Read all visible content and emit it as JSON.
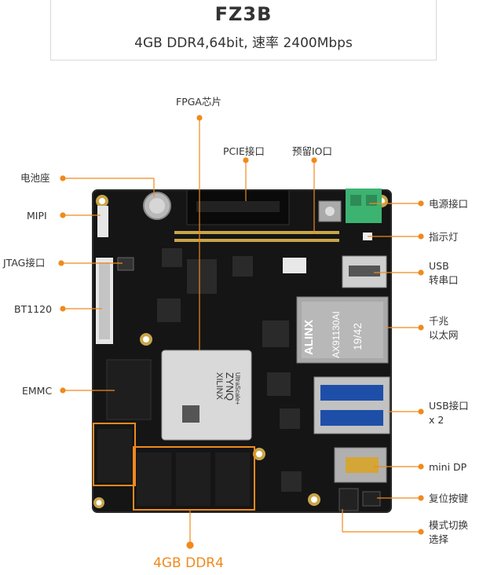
{
  "header": {
    "title": "FZ3B",
    "subtitle": "4GB DDR4,64bit, 速率 2400Mbps"
  },
  "labels": {
    "fpga": "FPGA芯片",
    "pcie": "PCIE接口",
    "reserved_io": "预留IO口",
    "battery": "电池座",
    "mipi": "MIPI",
    "jtag": "JTAG接口",
    "bt1120": "BT1120",
    "emmc": "EMMC",
    "power": "电源接口",
    "indicator": "指示灯",
    "usb_serial_1": "USB",
    "usb_serial_2": "转串口",
    "ethernet_1": "千兆",
    "ethernet_2": "以太网",
    "usb_1": "USB接口",
    "usb_2": "x 2",
    "mini_dp": "mini DP",
    "reset": "复位按键",
    "mode_1": "模式切换",
    "mode_2": "选择",
    "ddr": "4GB DDR4"
  },
  "chip_text": {
    "fpga_brand": "XILINX",
    "fpga_family": "ZYNQ",
    "fpga_sub": "UltraScale+",
    "eth_brand": "ALINX",
    "eth_model": "AX91130AI",
    "eth_rev": "19/42"
  },
  "colors": {
    "accent": "#f08a1c",
    "board": "#151515",
    "terminal": "#3cb371"
  }
}
